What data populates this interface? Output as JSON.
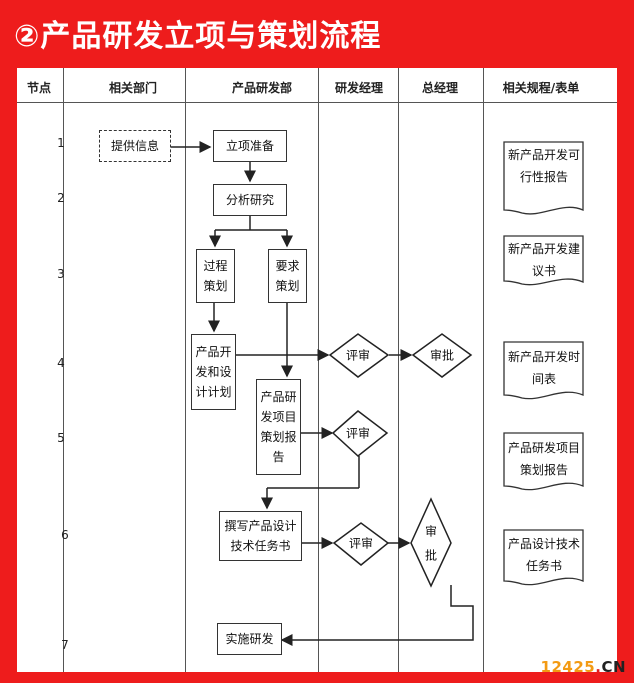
{
  "title": "②产品研发立项与策划流程",
  "headers": {
    "node": "节点",
    "related_dept": "相关部门",
    "rd_dept": "产品研发部",
    "rd_manager": "研发经理",
    "general_manager": "总经理",
    "procedures": "相关规程/表单"
  },
  "steps": [
    "1",
    "2",
    "3",
    "4",
    "5",
    "6",
    "7"
  ],
  "boxes": {
    "provide_info": "提供信息",
    "project_prep": "立项准备",
    "analysis": "分析研究",
    "process_plan_1": "过程",
    "process_plan_2": "策划",
    "req_plan_1": "要求",
    "req_plan_2": "策划",
    "dev_design_plan_1": "产品开",
    "dev_design_plan_2": "发和设",
    "dev_design_plan_3": "计计划",
    "rd_report_1": "产品研",
    "rd_report_2": "发项目",
    "rd_report_3": "策划报",
    "rd_report_4": "告",
    "write_task_1": "撰写产品设计",
    "write_task_2": "技术任务书",
    "implement": "实施研发"
  },
  "decisions": {
    "review_1": "评审",
    "approve_1": "审批",
    "review_2": "评审",
    "review_3": "评审",
    "approve_2a": "审",
    "approve_2b": "批"
  },
  "documents": {
    "doc1_a": "新产品开发可",
    "doc1_b": "行性报告",
    "doc2_a": "新产品开发建",
    "doc2_b": "议书",
    "doc3_a": "新产品开发时",
    "doc3_b": "间表",
    "doc4_a": "产品研发项目",
    "doc4_b": "策划报告",
    "doc5_a": "产品设计技术",
    "doc5_b": "任务书"
  },
  "watermark": {
    "num": "12425",
    "dot": ".",
    "cn": "CN"
  },
  "colors": {
    "background": "#ee1c1c",
    "panel": "#ffffff",
    "line": "#333333",
    "wm_num": "#f39a12",
    "wm_dot": "#e02020",
    "wm_cn": "#222222"
  }
}
